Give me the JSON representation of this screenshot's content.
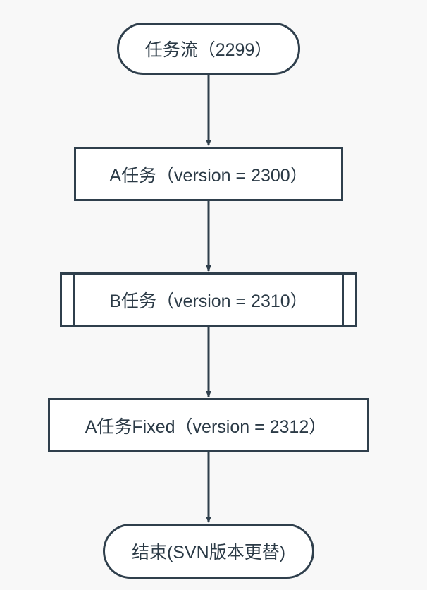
{
  "flowchart": {
    "nodes": [
      {
        "id": "start",
        "shape": "terminal",
        "label": "任务流（2299）"
      },
      {
        "id": "a",
        "shape": "process",
        "label": "A任务（version = 2300）"
      },
      {
        "id": "b",
        "shape": "subprocess",
        "label": "B任务（version = 2310）"
      },
      {
        "id": "afix",
        "shape": "process",
        "label": "A任务Fixed（version = 2312）"
      },
      {
        "id": "end",
        "shape": "terminal",
        "label": "结束(SVN版本更替)"
      }
    ],
    "edges": [
      {
        "from": "start",
        "to": "a"
      },
      {
        "from": "a",
        "to": "b"
      },
      {
        "from": "b",
        "to": "afix"
      },
      {
        "from": "afix",
        "to": "end"
      }
    ]
  },
  "colors": {
    "background": "#f8f8f8",
    "node_fill": "#ffffff",
    "stroke": "#2f3f4c",
    "text": "#2b3a46"
  }
}
